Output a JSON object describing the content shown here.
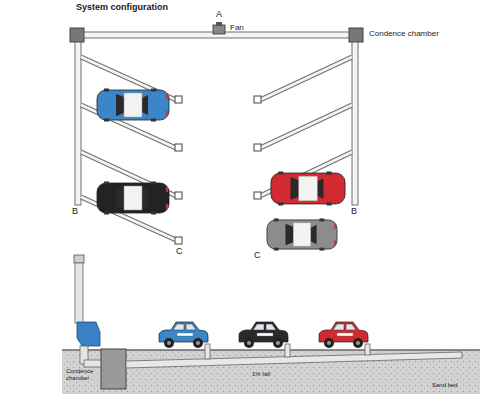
{
  "diagram": {
    "title": "System configuration",
    "labels": [
      "A",
      "Fan",
      "Condence chamber",
      "B",
      "B",
      "C",
      "C",
      "Condence chamber",
      "1% fall",
      "Sand bed"
    ]
  }
}
